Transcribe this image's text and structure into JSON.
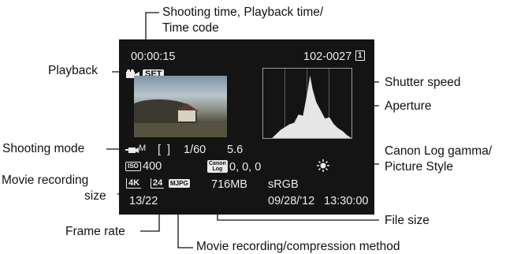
{
  "labels": {
    "shooting_time": "Shooting time, Playback time/",
    "time_code": "Time code",
    "playback": "Playback",
    "shutter_speed": "Shutter speed",
    "aperture": "Aperture",
    "shooting_mode": "Shooting mode",
    "canon_log_1": "Canon Log gamma/",
    "canon_log_2": "Picture Style",
    "movie_size_1": "Movie recording",
    "movie_size_2": "size",
    "frame_rate": "Frame rate",
    "file_size": "File size",
    "compression": "Movie recording/compression method"
  },
  "screen": {
    "time": "00:00:15",
    "folder_file": "102-0027",
    "card_num": "1",
    "set_badge": "SET",
    "mode_suffix": "M",
    "af_frame": "[ ]",
    "shutter": "1/60",
    "aperture": "5.6",
    "iso_badge": "ISO",
    "iso_value": "400",
    "canon_log_top": "Canon",
    "canon_log_bottom": "Log",
    "picture_values": "0, 0, 0",
    "size_badge": "4K",
    "frame_badge": "24",
    "compression_badge": "MJPG",
    "file_size": "716MB",
    "color_space": "sRGB",
    "counter": "13/22",
    "date": "09/28/'12",
    "clock": "13:30:00"
  },
  "chart_data": {
    "type": "area",
    "title": "",
    "xlabel": "",
    "ylabel": "",
    "xlim": [
      0,
      1
    ],
    "ylim": [
      0,
      1
    ],
    "grid": true,
    "x": [
      0,
      0.1,
      0.2,
      0.3,
      0.35,
      0.4,
      0.45,
      0.5,
      0.53,
      0.56,
      0.6,
      0.65,
      0.7,
      0.75,
      0.8,
      0.85,
      0.9,
      0.95,
      1.0
    ],
    "values": [
      0.0,
      0.0,
      0.12,
      0.2,
      0.22,
      0.34,
      0.32,
      0.66,
      0.9,
      0.7,
      0.52,
      0.4,
      0.28,
      0.3,
      0.2,
      0.14,
      0.1,
      0.04,
      0.0
    ]
  }
}
